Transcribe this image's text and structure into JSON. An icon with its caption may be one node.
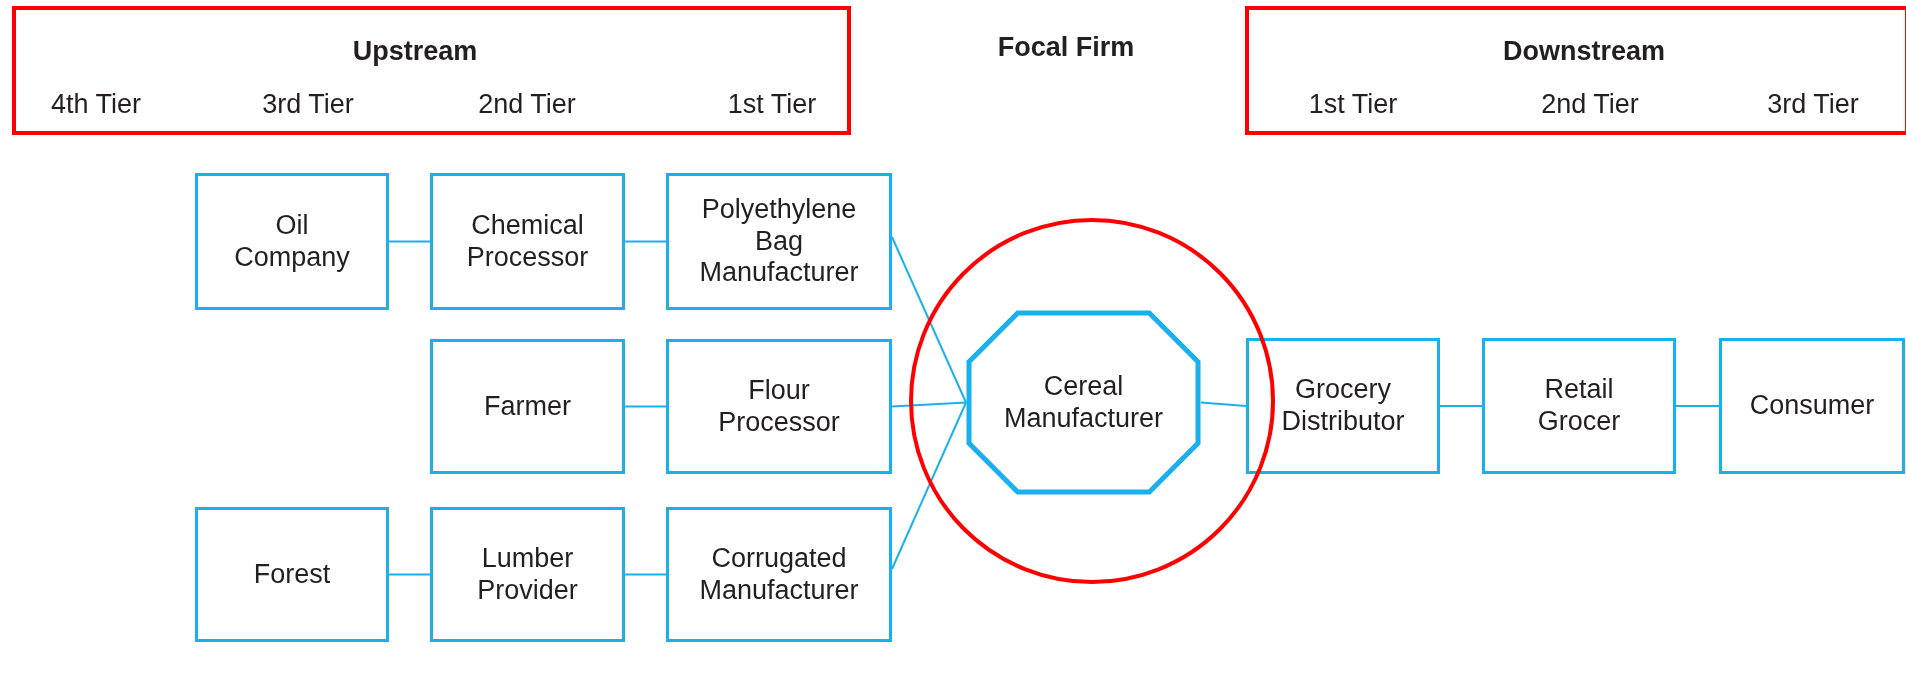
{
  "diagram": {
    "nodes": [
      {
        "text": [
          "Upstream",
          "4th Tier",
          "3rd Tier",
          "2nd Tier",
          "1st Tier"
        ]
      },
      {
        "text": [
          "Downstream",
          "1st Tier",
          "2nd Tier",
          "3rd Tier"
        ]
      },
      {
        "text": [
          "Oil Company"
        ]
      },
      {
        "text": [
          "Chemical Processor"
        ]
      },
      {
        "text": [
          "Polyethylene Bag Manufacturer"
        ]
      },
      {
        "text": [
          "Farmer"
        ]
      },
      {
        "text": [
          "Flour Processor"
        ]
      },
      {
        "text": [
          "Forest"
        ]
      },
      {
        "text": [
          "Lumber Provider"
        ]
      },
      {
        "text": [
          "Corrugated Manufacturer"
        ]
      },
      {
        "text": [
          "Cereal Manufacturer"
        ]
      },
      {
        "text": [
          "Grocery Distributor"
        ]
      },
      {
        "text": [
          "Retail Grocer"
        ]
      },
      {
        "text": [
          "Consumer"
        ]
      }
    ],
    "edges": [
      {
        "from": 2,
        "to": 3,
        "arrow": "none"
      },
      {
        "from": 3,
        "to": 4,
        "arrow": "none"
      },
      {
        "from": 5,
        "to": 6,
        "arrow": "none"
      },
      {
        "from": 7,
        "to": 8,
        "arrow": "none"
      },
      {
        "from": 8,
        "to": 9,
        "arrow": "none"
      },
      {
        "from": 4,
        "to": 10,
        "arrow": "none"
      },
      {
        "from": 6,
        "to": 10,
        "arrow": "none"
      },
      {
        "from": 9,
        "to": 10,
        "arrow": "none"
      },
      {
        "from": 10,
        "to": 11,
        "arrow": "none"
      },
      {
        "from": 11,
        "to": 12,
        "arrow": "none"
      },
      {
        "from": 12,
        "to": 13,
        "arrow": "none"
      }
    ],
    "labels": [
      "Focal Firm"
    ]
  }
}
